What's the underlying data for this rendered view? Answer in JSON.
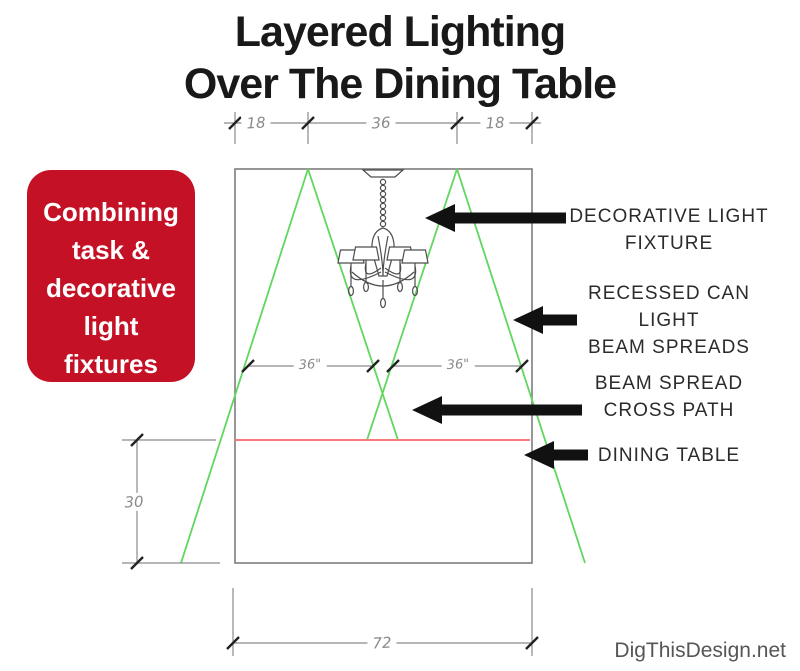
{
  "title": {
    "line1": "Layered Lighting",
    "line2": "Over The Dining Table"
  },
  "callout": {
    "lines": [
      "Combining",
      "task &",
      "decorative",
      "light",
      "fixtures"
    ],
    "bg_color": "#c51126",
    "text_color": "#ffffff"
  },
  "dimensions": {
    "top_left": "18",
    "top_center": "36",
    "top_right": "18",
    "beam_left": "36\"",
    "beam_right": "36\"",
    "table_height": "30",
    "table_width": "72"
  },
  "labels": {
    "fixture": {
      "line1": "DECORATIVE LIGHT",
      "line2": "FIXTURE"
    },
    "beams": {
      "line1": "RECESSED CAN LIGHT",
      "line2": "BEAM SPREADS"
    },
    "cross": {
      "line1": "BEAM SPREAD",
      "line2": "CROSS PATH"
    },
    "table": {
      "line1": "DINING TABLE"
    }
  },
  "colors": {
    "beam_green": "#5fd75f",
    "table_red": "#f87c7c",
    "outline_gray": "#7d7d7d",
    "arrow_black": "#111111",
    "callout_red": "#c51126"
  },
  "watermark": "DigThisDesign.net"
}
